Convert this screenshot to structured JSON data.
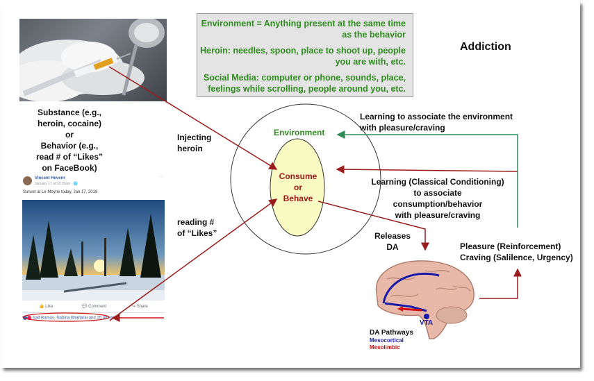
{
  "title": "Addiction",
  "environment_box": {
    "line1": "Environment = Anything present at the same time",
    "line2": "as the behavior",
    "line3": "Heroin: needles, spoon, place to shoot up, people",
    "line4": "you are with, etc.",
    "line5": "Social Media: computer or phone, sounds, place,",
    "line6": "feelings while scrolling, people around you, etc."
  },
  "substance_label": [
    "Substance (e.g.,",
    "heroin, cocaine)",
    "or",
    "Behavior (e.g.,",
    "read # of “Likes”",
    "on FaceBook)"
  ],
  "injecting_label": [
    "Injecting",
    "heroin"
  ],
  "likes_label": [
    "reading #",
    "of “Likes”"
  ],
  "environment_label": "Environment",
  "consume_label": [
    "Consume",
    "or",
    "Behave"
  ],
  "learn_env_label": [
    "Learning to associate the environment",
    "with pleasure/craving"
  ],
  "learn_cc_label": [
    "Learning (Classical Conditioning)",
    "to associate consumption/behavior",
    "with pleasure/craving"
  ],
  "releases_label": [
    "Releases",
    "DA"
  ],
  "pleasure_label": [
    "Pleasure (Reinforcement)",
    "Craving (Salilence, Urgency)"
  ],
  "brain": {
    "vta": "VTA",
    "pathways_title": "DA Pathways",
    "mesocortical": "Mesocortical",
    "mesolimbic": "Mesolimbic"
  },
  "facebook": {
    "name": "Vincent Hevern",
    "time": "January 17 at 10:15am · 🌐",
    "caption": "Sunset at Le Moyne today, Jan 17, 2018",
    "like": "Like",
    "comment": "Comment",
    "share": "Share",
    "likes_text": "Saif Ramos, Nabina Bhattarai and 25 others",
    "menu": "···"
  },
  "colors": {
    "green_arrow": "#2e8b57",
    "red_arrow": "#9b1c1c",
    "green_text": "#2e8b1e",
    "consume_fill": "#fafac3",
    "mesocortical": "#1a1aa8",
    "mesolimbic": "#d01010"
  }
}
